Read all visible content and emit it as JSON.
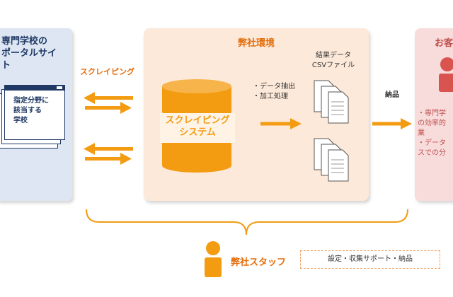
{
  "left_panel": {
    "title_lines": [
      "専門学校の",
      "ポータルサイ",
      "ト"
    ],
    "window_text": [
      "指定分野に",
      "該当する",
      "学校"
    ]
  },
  "scraping_label": "スクレイピング",
  "center_panel": {
    "title": "弊社環境",
    "system_lines": [
      "スクレイピング",
      "システム"
    ],
    "process_lines": [
      "・データ抽出",
      "・加工処理"
    ],
    "result_lines": [
      "結果データ",
      "CSVファイル"
    ]
  },
  "delivery_label": "納品",
  "right_panel": {
    "title": "お客",
    "text_lines": [
      "・専門学",
      "の効率的",
      "業",
      "・データ",
      "スでの分"
    ]
  },
  "staff": {
    "label": "弊社スタッフ",
    "box_text": "設定・収集サポート・納品"
  },
  "colors": {
    "orange": "#f39c12",
    "navy": "#1f3864",
    "left_bg": "#dde6f2",
    "center_bg": "#fde9d9",
    "right_bg": "#f8dcdc",
    "person_red": "#d9534f"
  }
}
